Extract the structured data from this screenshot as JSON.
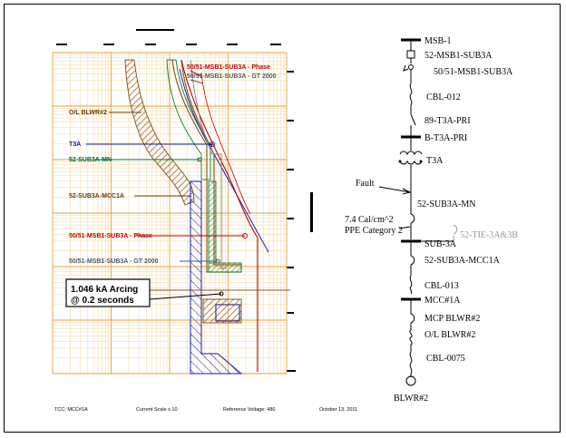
{
  "tcc": {
    "labels": [
      {
        "key": "sub3a_tx_phase",
        "text": "50/51-MSB1-SUB3A - Phase",
        "color": "#c00000"
      },
      {
        "key": "sub3a_tx_ground",
        "text": "50/51-MSB1-SUB3A - GT 2000",
        "color": "#555555"
      },
      {
        "key": "ol_blwr2",
        "text": "O/L BLWR#2",
        "color": "#6b3a00"
      },
      {
        "key": "t3a",
        "text": "T3A",
        "color": "#1a1aa8"
      },
      {
        "key": "mn",
        "text": "52-SUB3A-MN",
        "color": "#006b3a"
      },
      {
        "key": "mcc1a",
        "text": "52-SUB3A-MCC1A",
        "color": "#6b3a00"
      },
      {
        "key": "phase",
        "text": "50/51-MSB1-SUB3A - Phase",
        "color": "#c00000"
      },
      {
        "key": "ground",
        "text": "50/51-MSB1-SUB3A - GT 2000",
        "color": "#555555"
      }
    ],
    "arc_box": {
      "line1": "1.046 kA Arcing",
      "line2": "@ 0.2 seconds"
    },
    "footer": {
      "title": "TCC: MCC#1A",
      "scale": "Current Scale x 10",
      "voltage": "Reference Voltage: 480",
      "date": "October 13, 2011"
    }
  },
  "oneline": {
    "nodes": [
      "MSB-1",
      "52-MSB1-SUB3A",
      "50/51-MSB1-SUB3A",
      "CBL-012",
      "89-T3A-PRI",
      "B-T3A-PRI",
      "T3A",
      "52-SUB3A-MN",
      "SUB-3A",
      "52-SUB3A-MCC1A",
      "CBL-013",
      "MCC#1A",
      "MCP BLWR#2",
      "O/L BLWR#2",
      "CBL-0075",
      "BLWR#2"
    ],
    "tie": "52-TIE-3A&3B",
    "fault": "Fault",
    "energy": "7.4 Cal/cm^2",
    "ppe": "PPE Category 2"
  },
  "colors": {
    "grid_major": "#e0a040",
    "grid_minor": "#f5d59a",
    "phase": "#c00000",
    "t3a": "#1a1aa8",
    "mn": "#1a8a3a",
    "mcc": "#8a5a20"
  }
}
